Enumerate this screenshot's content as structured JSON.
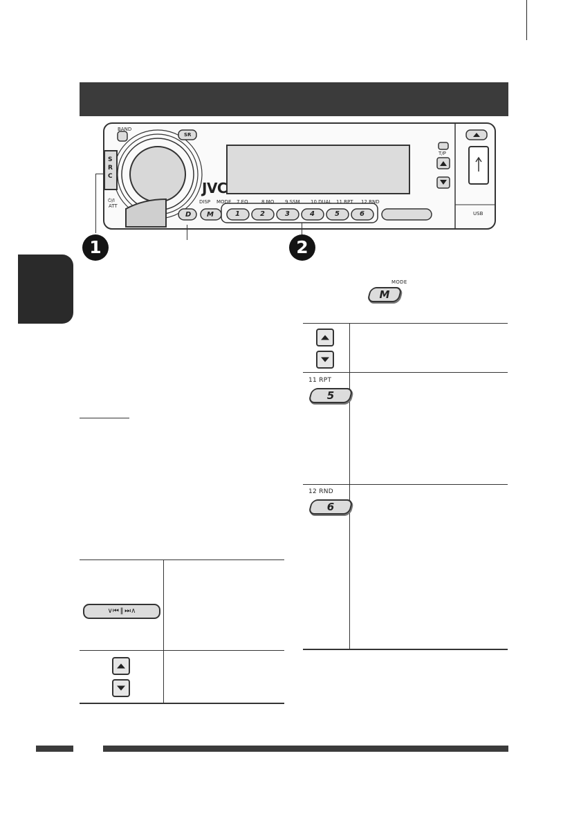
{
  "faceplate": {
    "brand": "JVC",
    "band_label": "BAND",
    "sr_label": "SR",
    "src_letters": [
      "S",
      "R",
      "C"
    ],
    "power_label": "⏻/I",
    "att_label": "ATT",
    "disp_label": "DISP",
    "mode_label": "MODE",
    "d_label": "D",
    "m_label": "M",
    "tp_label": "T/P",
    "usb_label": "USB",
    "preset_labels": [
      "7  EQ",
      "8  MO",
      "9  SSM",
      "10  DUAL",
      "11  RPT",
      "12  RND"
    ],
    "preset_numbers": [
      "1",
      "2",
      "3",
      "4",
      "5",
      "6"
    ]
  },
  "callouts": [
    "1",
    "2"
  ],
  "mode_key": {
    "label": "MODE",
    "button": "M"
  },
  "rpt_key": {
    "label": "11  RPT",
    "button": "5"
  },
  "rnd_key": {
    "label": "12  RND",
    "button": "6"
  }
}
